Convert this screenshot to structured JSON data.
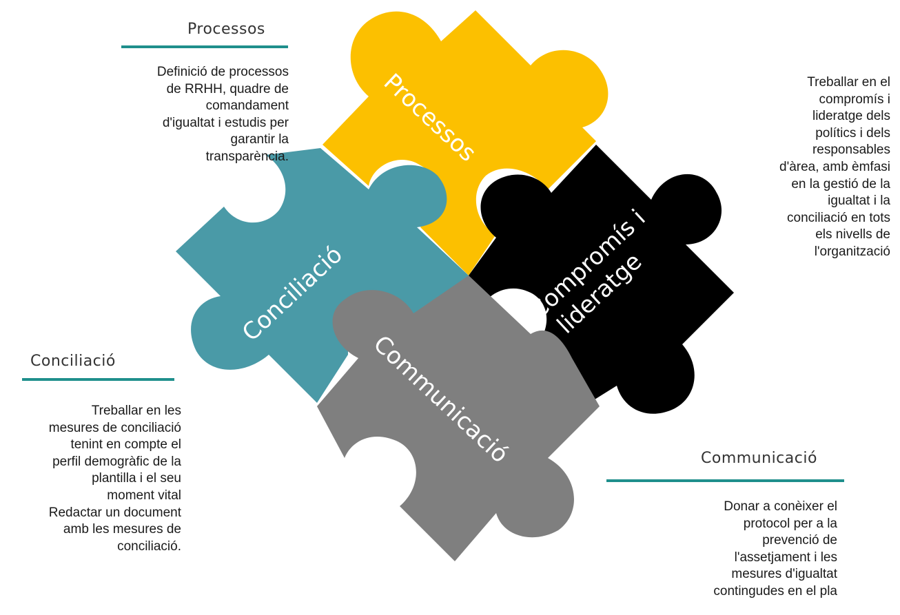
{
  "colors": {
    "processos": "#fcc000",
    "conciliacio": "#4a9aa7",
    "compromis": "#000000",
    "communicacio": "#7f7f7f",
    "accent_rule": "#1f8f8c"
  },
  "puzzle": {
    "processos": "Processos",
    "conciliacio": "Conciliació",
    "compromis_line1": "Compromís i",
    "compromis_line2": "lideratge",
    "communicacio": "Communicació"
  },
  "sections": {
    "processos": {
      "heading": "Processos",
      "lines": [
        "Definició de processos",
        "de RRHH, quadre de",
        "comandament",
        "d'igualtat i estudis per",
        "garantir la",
        "transparència."
      ]
    },
    "compromis": {
      "lines": [
        "Treballar en el",
        "compromís i",
        "lideratge dels",
        "polítics i dels",
        "responsables",
        "d'àrea, amb èmfasi",
        "en la gestió de la",
        "igualtat i la",
        "conciliació en tots",
        "els nivells de",
        "l'organització"
      ]
    },
    "conciliacio": {
      "heading": "Conciliació",
      "lines": [
        "Treballar en les",
        "mesures de conciliació",
        "tenint en compte el",
        "perfil demogràfic de la",
        "plantilla i el seu",
        "moment vital",
        "Redactar un document",
        "amb les mesures de",
        "conciliació."
      ]
    },
    "communicacio": {
      "heading": "Communicació",
      "lines": [
        "Donar a conèixer el",
        "protocol per a la",
        "prevenció de",
        "l'assetjament i les",
        "mesures d'igualtat",
        "contingudes en el pla"
      ]
    }
  }
}
